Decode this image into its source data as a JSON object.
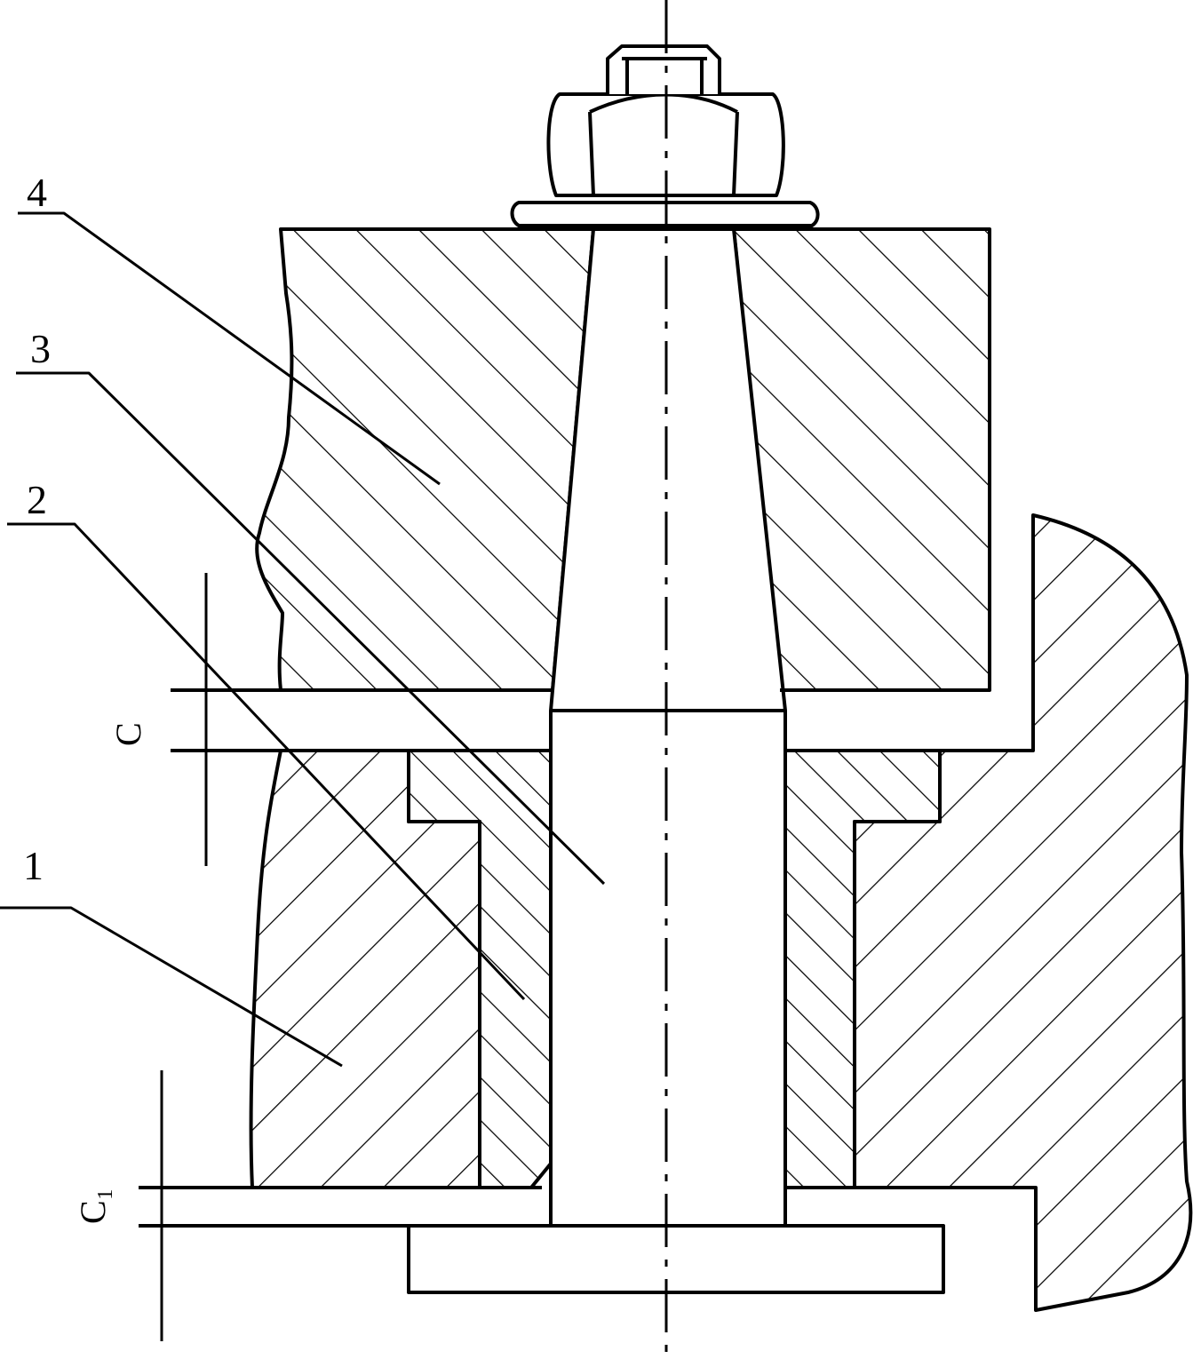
{
  "labels": {
    "part_1": "1",
    "part_2": "2",
    "part_3": "3",
    "part_4": "4",
    "clearance_c": "C",
    "clearance_c1": "C₁"
  },
  "colors": {
    "line": "#000000",
    "background": "#ffffff"
  }
}
